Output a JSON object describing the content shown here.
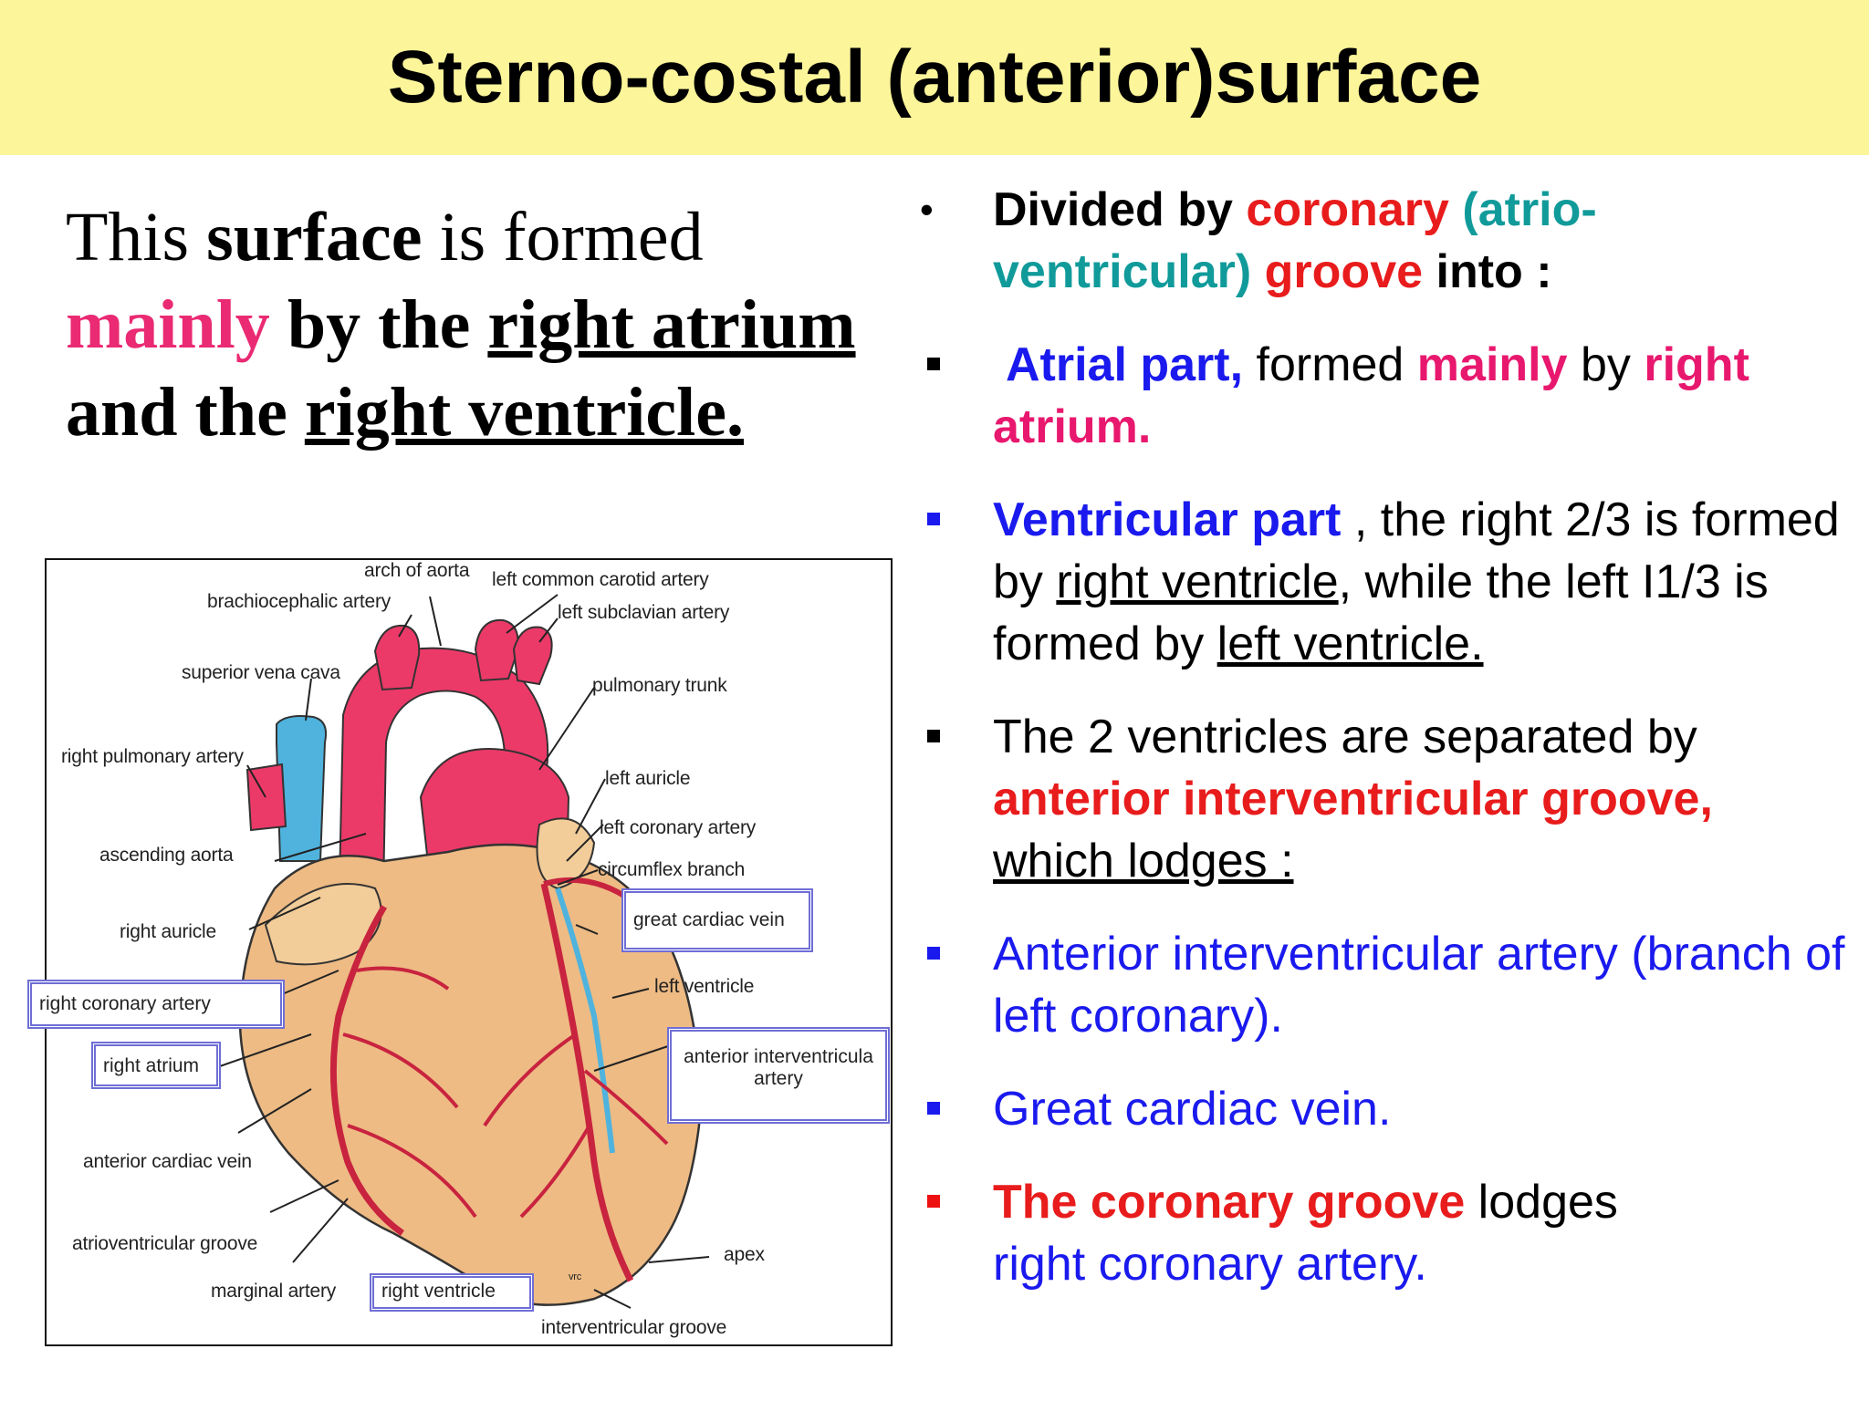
{
  "title": "Sterno-costal (anterior)surface",
  "intro": {
    "t1": "This ",
    "t2": "surface",
    "t3": " is formed",
    "t4": "mainly",
    "t5": " by the ",
    "t6": "right atrium",
    "t7": "and the ",
    "t8": "right ventricle."
  },
  "diagram": {
    "labels": {
      "arch_of_aorta": "arch of aorta",
      "left_common_carotid": "left common carotid artery",
      "brachiocephalic": "brachiocephalic artery",
      "left_subclavian": "left subclavian artery",
      "superior_vena_cava": "superior vena cava",
      "pulmonary_trunk": "pulmonary trunk",
      "right_pulmonary_artery": "right pulmonary artery",
      "left_auricle": "left auricle",
      "left_coronary_artery": "left coronary artery",
      "ascending_aorta": "ascending aorta",
      "circumflex_branch": "circumflex branch",
      "great_cardiac_vein": "great cardiac vein",
      "right_auricle": "right auricle",
      "left_ventricle": "left ventricle",
      "right_coronary_artery": "right coronary artery",
      "right_atrium": "right atrium",
      "anterior_interventricular_1": "anterior interventricula",
      "anterior_interventricular_2": "artery",
      "anterior_cardiac_vein": "anterior cardiac vein",
      "atrioventricular_groove": "atrioventricular groove",
      "apex": "apex",
      "marginal_artery": "marginal artery",
      "right_ventricle": "right ventricle",
      "interventricular_groove": "interventricular groove",
      "vrc": "vrc"
    },
    "colors": {
      "myocardium": "#eebb84",
      "aorta": "#ec3a68",
      "vena_cava": "#4fb3dd",
      "box_border": "#6e6ed6"
    }
  },
  "bullets": {
    "b1": {
      "a": "Divided by ",
      "b": "coronary",
      "c": " (atrio-ventricular)",
      "d": " groove",
      "e": " into :"
    },
    "b2": {
      "a": "Atrial part,",
      "b": " formed ",
      "c": "mainly",
      "d": " by ",
      "e": "right atrium."
    },
    "b3": {
      "a": "Ventricular part",
      "b": " , the right 2/3 is formed by ",
      "c": "right ventricle",
      "d": ",  while  the left I1/3 is formed  by ",
      "e": "left ventricle."
    },
    "b4": {
      "a": "The 2 ventricles are separated  by ",
      "b": "anterior interventricular groove,",
      "c": "which lodges :"
    },
    "b5": {
      "a": "Anterior interventricular artery (branch of left coronary)."
    },
    "b6": {
      "a": "Great cardiac vein."
    },
    "b7": {
      "a": "The coronary groove",
      "b": " lodges ",
      "c": "right coronary artery."
    },
    "bullet_glyph": "•"
  }
}
